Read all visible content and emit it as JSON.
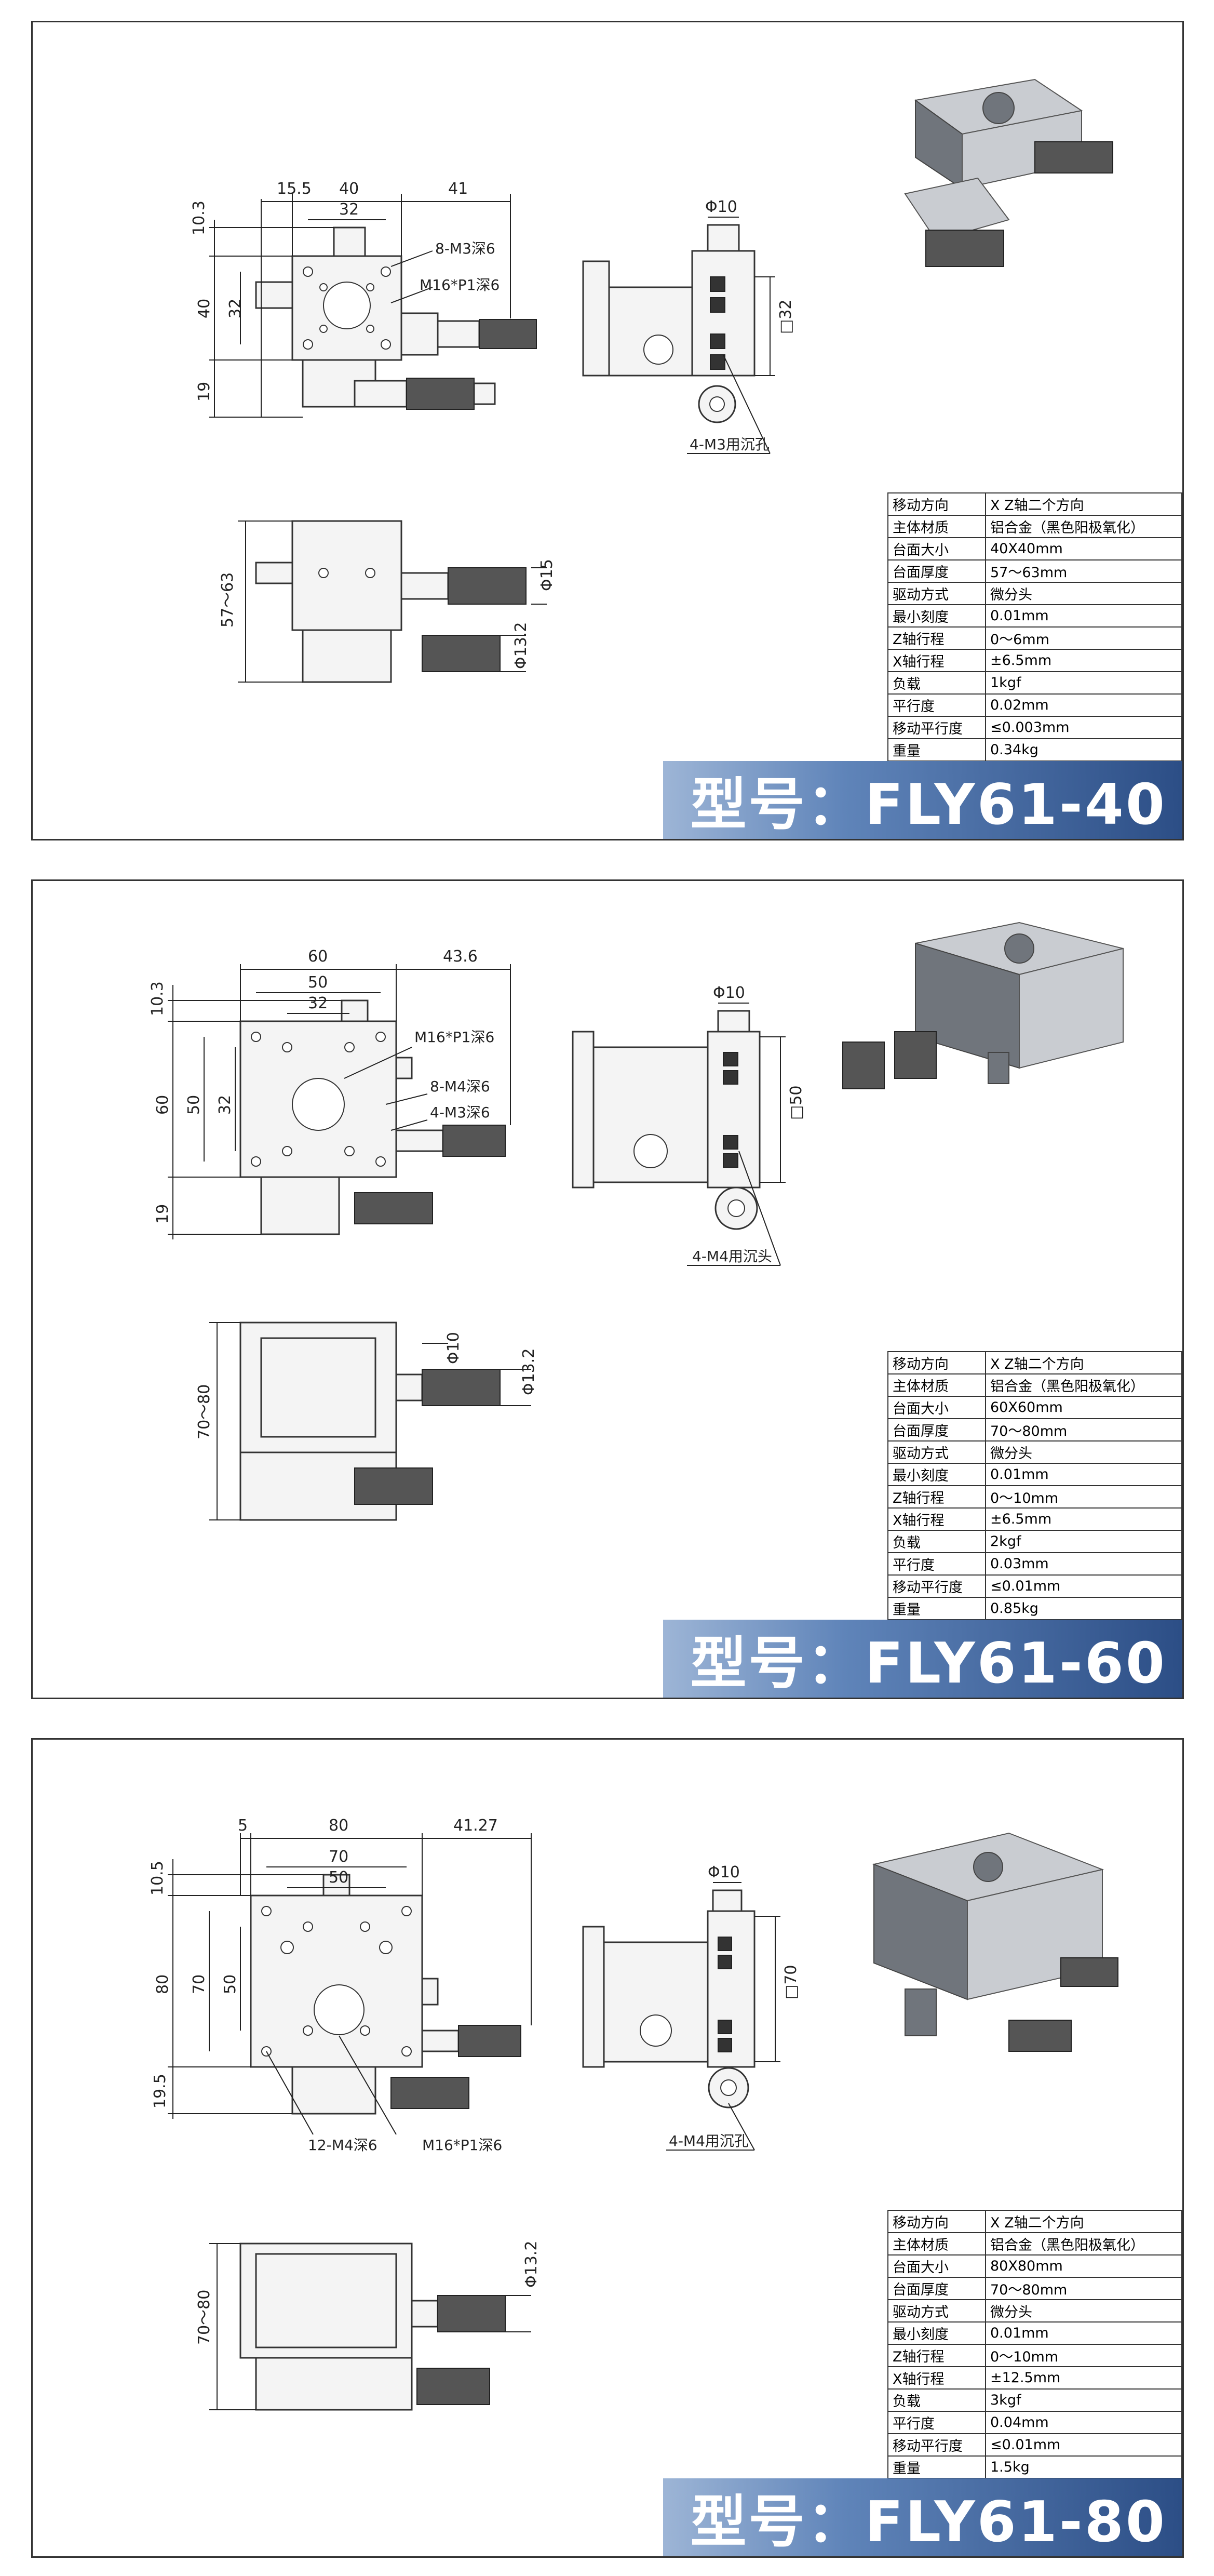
{
  "spec_labels": [
    "移动方向",
    "主体材质",
    "台面大小",
    "台面厚度",
    "驱动方式",
    "最小刻度",
    "Z轴行程",
    "X轴行程",
    "负载",
    "平行度",
    "移动平行度",
    "重量"
  ],
  "models": [
    {
      "model": "型号：FLY61-40",
      "values": [
        "X Z轴二个方向",
        "铝合金（黑色阳极氧化）",
        "40X40mm",
        "57～63mm",
        "微分头",
        "0.01mm",
        "0～6mm",
        "±6.5mm",
        "1kgf",
        "0.02mm",
        "≤0.003mm",
        "0.34kg"
      ],
      "dims": {
        "a": "10.3",
        "b": "15.5",
        "c": "40",
        "d": "41",
        "e": "32",
        "f": "40",
        "g": "32",
        "h": "19",
        "i": "8-M3深6",
        "j": "M16*P1深6",
        "k": "Φ10",
        "l": "□32",
        "m": "4-M3用沉孔",
        "n": "57～63",
        "o": "Φ15",
        "p": "Φ13.2"
      }
    },
    {
      "model": "型号：FLY61-60",
      "values": [
        "X Z轴二个方向",
        "铝合金（黑色阳极氧化）",
        "60X60mm",
        "70～80mm",
        "微分头",
        "0.01mm",
        "0～10mm",
        "±6.5mm",
        "2kgf",
        "0.03mm",
        "≤0.01mm",
        "0.85kg"
      ],
      "dims": {
        "a": "10.3",
        "c": "60",
        "d": "43.6",
        "e": "50",
        "e2": "32",
        "f": "60",
        "g": "50",
        "g2": "32",
        "h": "19",
        "i": "M16*P1深6",
        "j": "8-M4深6",
        "j2": "4-M3深6",
        "k": "Φ10",
        "l": "□50",
        "m": "4-M4用沉头",
        "n": "70～80",
        "o": "Φ10",
        "p": "Φ13.2"
      }
    },
    {
      "model": "型号：FLY61-80",
      "values": [
        "X Z轴二个方向",
        "铝合金（黑色阳极氧化）",
        "80X80mm",
        "70～80mm",
        "微分头",
        "0.01mm",
        "0～10mm",
        "±12.5mm",
        "3kgf",
        "0.04mm",
        "≤0.01mm",
        "1.5kg"
      ],
      "dims": {
        "a": "10.5",
        "b": "5",
        "c": "80",
        "d": "41.27",
        "e": "70",
        "e2": "50",
        "f": "80",
        "g": "70",
        "g2": "50",
        "h": "19.5",
        "i": "12-M4深6",
        "j": "M16*P1深6",
        "k": "Φ10",
        "l": "□70",
        "m": "4-M4用沉孔",
        "n": "70～80",
        "p": "Φ13.2"
      }
    }
  ],
  "colors": {
    "banner_dark": "#2c4e86",
    "banner_light": "#9db5d6",
    "frame": "#333333"
  }
}
